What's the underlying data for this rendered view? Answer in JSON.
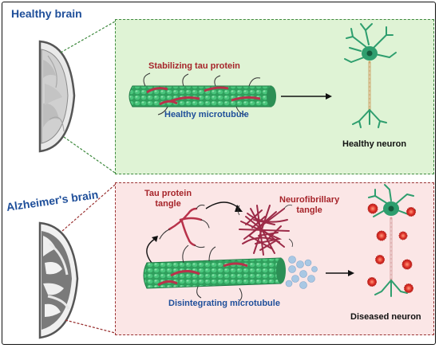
{
  "healthy": {
    "brain_title": "Healthy brain",
    "tau_label": "Stabilizing tau protein",
    "microtubule_label": "Healthy microtubule",
    "neuron_label": "Healthy neuron"
  },
  "alzheimers": {
    "brain_title": "Alzheimer's brain",
    "tangle_label_line1": "Tau protein",
    "tangle_label_line2": "tangle",
    "nft_label_line1": "Neurofibrillary",
    "nft_label_line2": "tangle",
    "microtubule_label": "Disintegrating microtubule",
    "neuron_label": "Diseased neuron"
  },
  "colors": {
    "healthy_panel_bg": "#dff3d5",
    "alz_panel_bg": "#fbe6e6",
    "title_blue": "#1f4f9a",
    "tau_red": "#a6242a",
    "microtubule_green": "#35b06a",
    "neuron_green": "#2e9e6e"
  }
}
